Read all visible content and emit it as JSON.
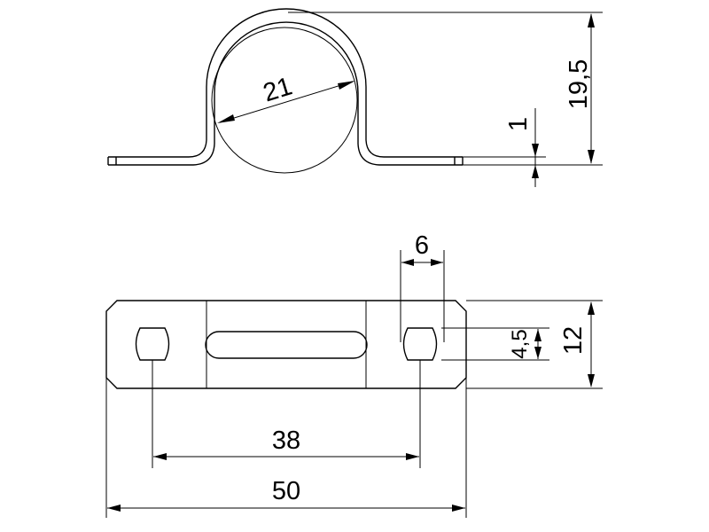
{
  "diagram": {
    "side_view": {
      "diameter_label": "21",
      "height_label": "19,5",
      "thickness_label": "1"
    },
    "top_view": {
      "slot_width_label": "6",
      "slot_height_label": "4,5",
      "width_label": "12",
      "hole_spacing_label": "38",
      "overall_length_label": "50"
    }
  }
}
